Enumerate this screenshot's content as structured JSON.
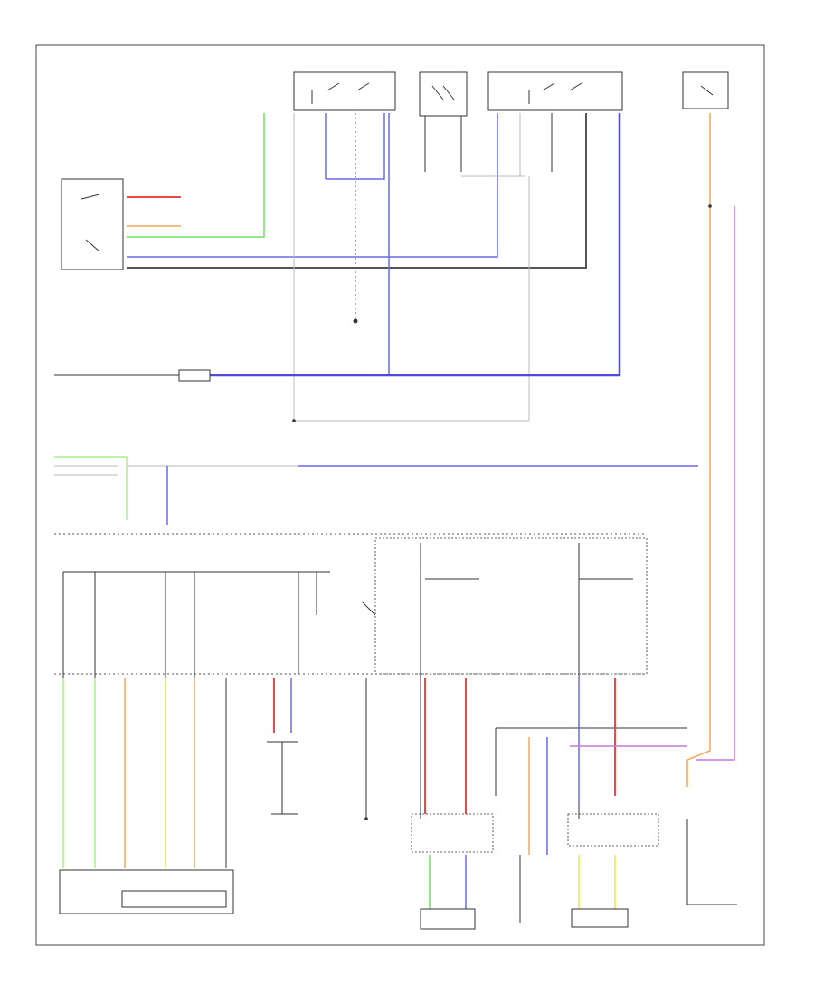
{
  "diagram": {
    "corner_code": "",
    "colors": {
      "blue": "#4b4bd8",
      "green": "#6fe060",
      "orange": "#f2a65a",
      "yellow": "#e8e84a",
      "red": "#e84a4a",
      "purple": "#c07ad8",
      "black": "#333333"
    },
    "components": [
      {
        "id": "top-switch-left",
        "label": ""
      },
      {
        "id": "top-switch-center",
        "label": ""
      },
      {
        "id": "top-switch-right",
        "label": ""
      },
      {
        "id": "top-right-module",
        "label": ""
      },
      {
        "id": "left-control-switch",
        "label": ""
      },
      {
        "id": "fuse-block",
        "label": ""
      },
      {
        "id": "power-window-main-switch",
        "label": ""
      },
      {
        "id": "left-motor",
        "label": ""
      },
      {
        "id": "center-motor",
        "label": ""
      },
      {
        "id": "right-motor",
        "label": ""
      }
    ]
  }
}
